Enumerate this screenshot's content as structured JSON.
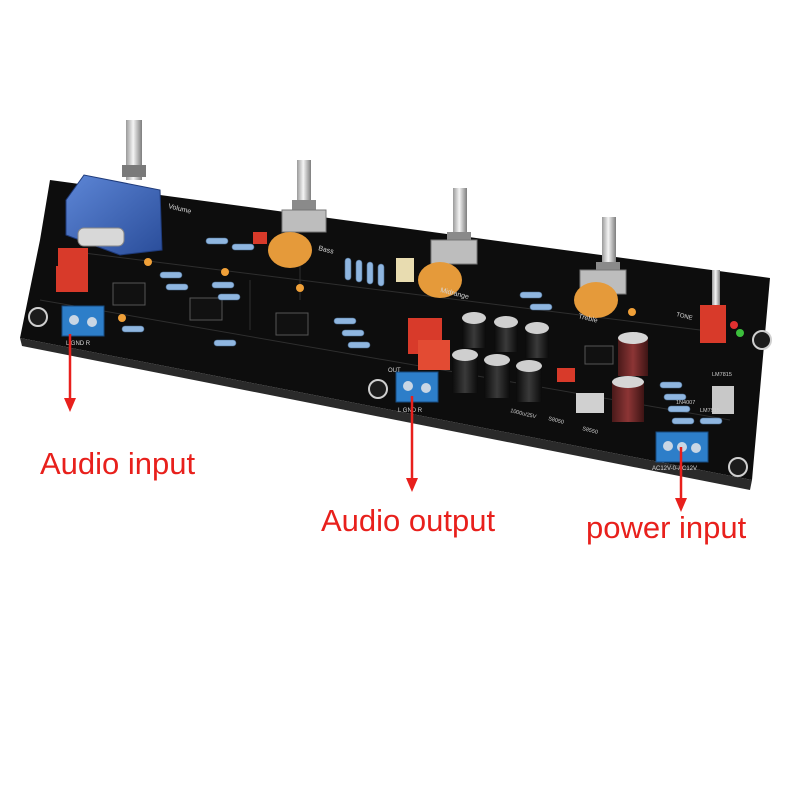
{
  "board": {
    "pot_labels": [
      "Volume",
      "Bass",
      "Midrange",
      "Treble"
    ],
    "connector_labels": {
      "input": "L GND R",
      "output": "L GND R",
      "output_tag": "OUT",
      "power": "AC12V-0-AC12V"
    },
    "tone_label": "TONE",
    "silkscreen": [
      "LM7815",
      "LM7915",
      "1N4007",
      "1000u/25V",
      "S8050",
      "S8550"
    ]
  },
  "callouts": {
    "audio_input": "Audio input",
    "audio_output": "Audio output",
    "power_input": "power input"
  },
  "colors": {
    "pcb": "#101010",
    "callout": "#e8201c",
    "connector": "#2d7ec9",
    "capacitor_box": "#d83a2a"
  }
}
